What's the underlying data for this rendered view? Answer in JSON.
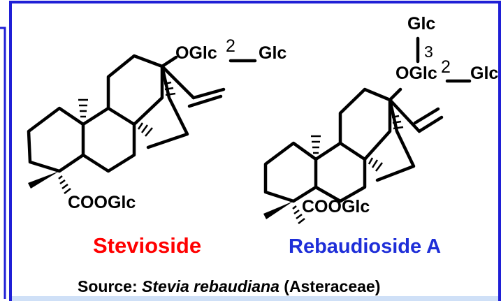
{
  "colors": {
    "frame_border": "#1f1fd6",
    "stevioside_name": "#ff0000",
    "rebaudioside_name": "#1e2ed8",
    "text": "#000000"
  },
  "stevioside": {
    "name": "Stevioside",
    "top_group": "OGlc",
    "link_number": "2",
    "top_sugar": "Glc",
    "bottom_group": "COOGlc"
  },
  "rebaudioside": {
    "name": "Rebaudioside A",
    "top_sugar_upper": "Glc",
    "link_number_upper": "3",
    "top_group": "OGlc",
    "link_number": "2",
    "top_sugar_right": "Glc",
    "bottom_group": "COOGlc"
  },
  "source": {
    "prefix": "Source: ",
    "species": "Stevia rebaudiana",
    "family": " (Asteraceae)"
  }
}
